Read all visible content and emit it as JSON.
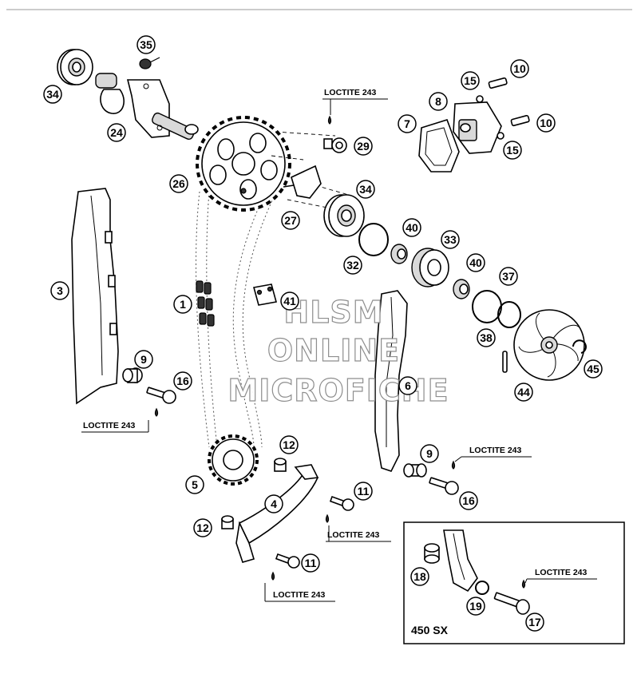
{
  "callouts": {
    "c35": "35",
    "c34a": "34",
    "c24": "24",
    "c26": "26",
    "c29": "29",
    "c10a": "10",
    "c15a": "15",
    "c8": "8",
    "c7": "7",
    "c10b": "10",
    "c15b": "15",
    "c34b": "34",
    "c27": "27",
    "c40a": "40",
    "c33": "33",
    "c32": "32",
    "c40b": "40",
    "c37": "37",
    "c38": "38",
    "c45": "45",
    "c44": "44",
    "c3": "3",
    "c1": "1",
    "c41": "41",
    "c9a": "9",
    "c16a": "16",
    "c6": "6",
    "c12a": "12",
    "c5": "5",
    "c4": "4",
    "c11a": "11",
    "c12b": "12",
    "c11b": "11",
    "c9b": "9",
    "c16b": "16",
    "c18": "18",
    "c19": "19",
    "c17": "17"
  },
  "loctite": {
    "l1": "LOCTITE 243",
    "l2": "LOCTITE 243",
    "l3": "LOCTITE 243",
    "l4": "LOCTITE 243",
    "l5": "LOCTITE 243",
    "l6": "LOCTITE 243"
  },
  "inset": {
    "label": "450 SX"
  },
  "watermark": {
    "line1": "HLSM",
    "line2": "ONLINE",
    "line3": "MICROFICHE"
  }
}
